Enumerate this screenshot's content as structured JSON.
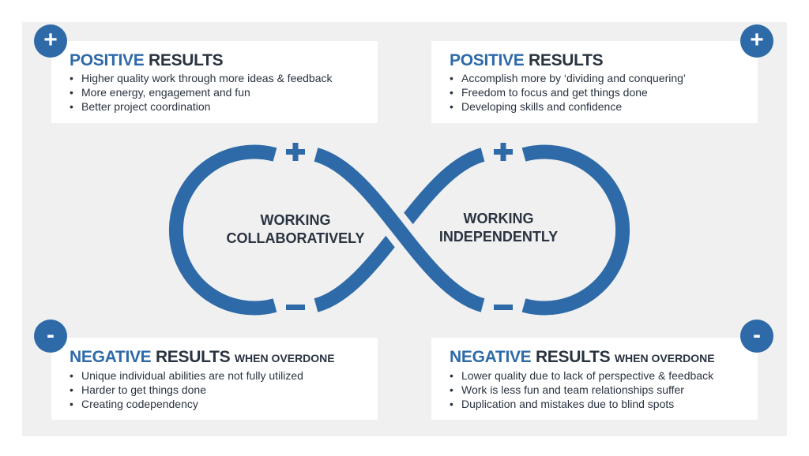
{
  "colors": {
    "accent": "#2e6aa8",
    "text": "#2a3340",
    "panel": "#f0f0f0"
  },
  "center": {
    "left_label_1": "WORKING",
    "left_label_2": "COLLABORATIVELY",
    "right_label_1": "WORKING",
    "right_label_2": "INDEPENDENTLY"
  },
  "boxes": [
    {
      "badge": "+",
      "title_hl": "POSITIVE",
      "title_rest": "RESULTS",
      "items": [
        "Higher quality work through more ideas & feedback",
        "More energy, engagement and fun",
        "Better project coordination"
      ]
    },
    {
      "badge": "+",
      "title_hl": "POSITIVE",
      "title_rest": "RESULTS",
      "items": [
        "Accomplish more by ‘dividing and conquering’",
        "Freedom to focus and get things done",
        "Developing skills and confidence"
      ]
    },
    {
      "badge": "-",
      "title_hl": "NEGATIVE",
      "title_rest": "RESULTS",
      "title_small": "WHEN OVERDONE",
      "items": [
        "Unique individual abilities are not fully utilized",
        "Harder to get things done",
        "Creating codependency"
      ]
    },
    {
      "badge": "-",
      "title_hl": "NEGATIVE",
      "title_rest": "RESULTS",
      "title_small": "WHEN OVERDONE",
      "items": [
        "Lower quality due to lack of perspective & feedback",
        "Work is less fun and team relationships suffer",
        "Duplication and mistakes due to blind spots"
      ]
    }
  ]
}
